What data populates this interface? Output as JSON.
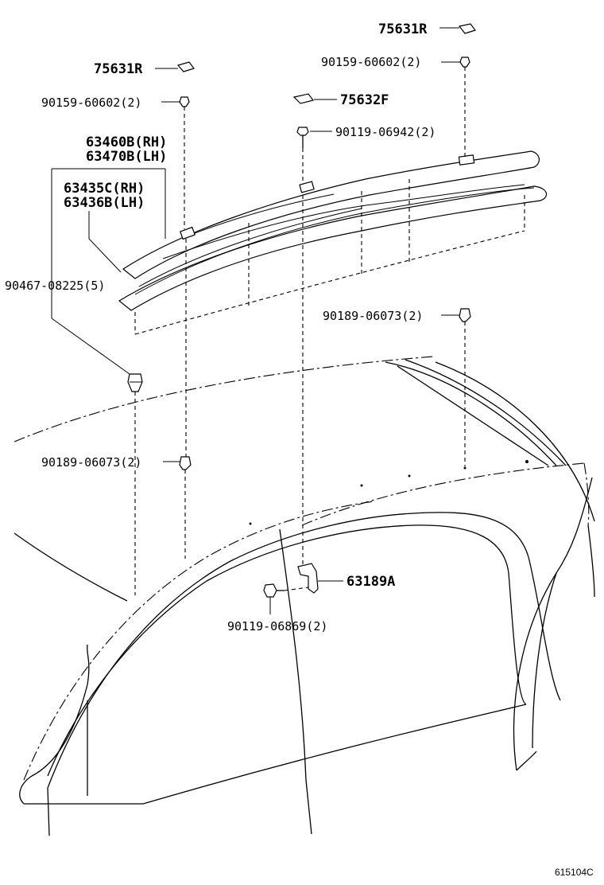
{
  "diagram": {
    "labels": {
      "cover_r_top": "75631R",
      "bolt_right_top": "90159-60602(2)",
      "cover_r_left": "75631R",
      "bolt_left_top": "90159-60602(2)",
      "cover_f": "75632F",
      "bolt_center": "90119-06942(2)",
      "rack_rh": "63460B(RH)",
      "rack_lh": "63470B(LH)",
      "rail_rh": "63435C(RH)",
      "rail_lh": "63436B(LH)",
      "clip": "90467-08225(5)",
      "nut_right": "90189-06073(2)",
      "nut_left": "90189-06073(2)",
      "bracket": "63189A",
      "screw": "90119-06869(2)"
    },
    "figure_code": "615104C"
  }
}
